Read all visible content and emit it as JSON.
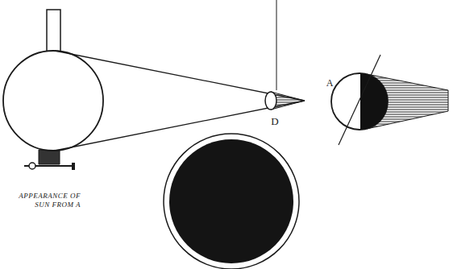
{
  "diagram": {
    "labels": [
      "D",
      "A",
      "APPEARANCE OF SUN FROM A"
    ]
  }
}
